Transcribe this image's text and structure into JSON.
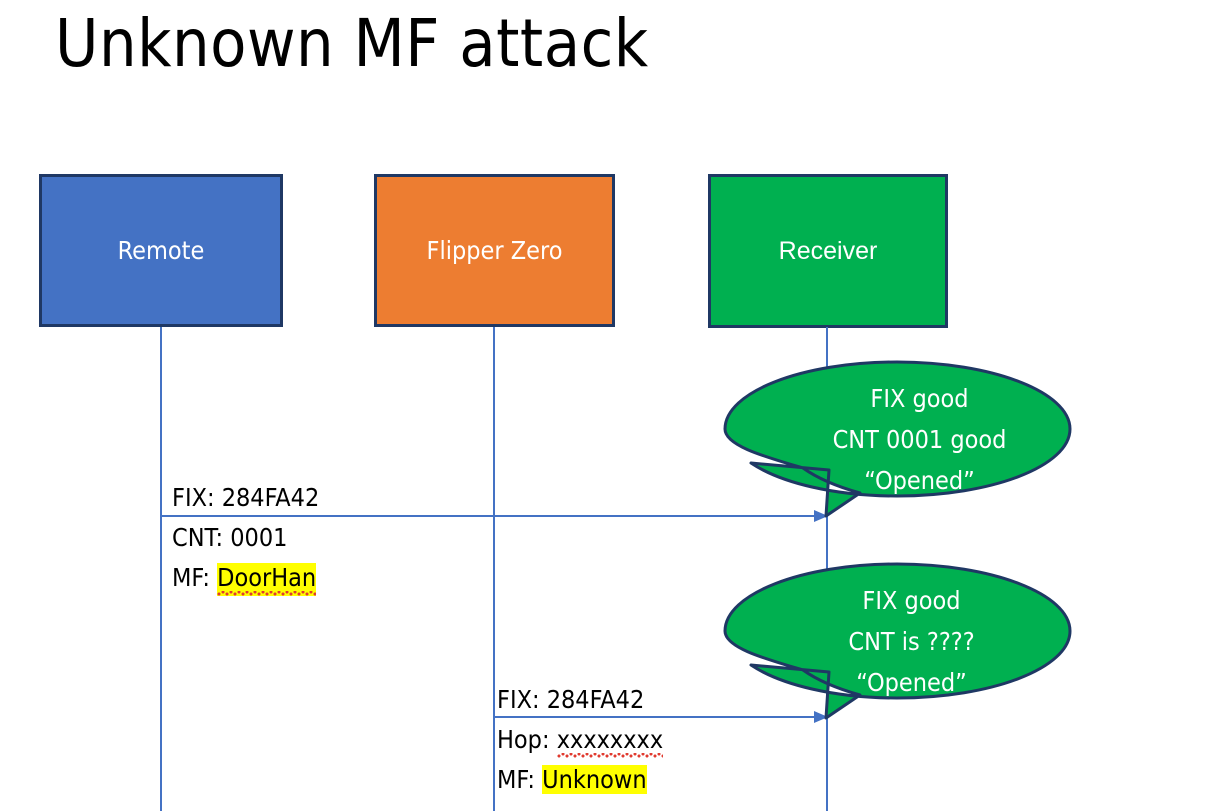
{
  "slide": {
    "title": "Unknown MF attack",
    "background": "#ffffff"
  },
  "colors": {
    "remote_fill": "#4472C4",
    "flipper_fill": "#ED7D31",
    "receiver_fill": "#00B050",
    "box_border": "#1F3864",
    "lifeline": "#4472C4",
    "arrow": "#4472C4",
    "highlight": "#FFFF00",
    "callout_fill": "#00B050",
    "callout_text": "#FFFFFF",
    "body_text": "#000000"
  },
  "actors": [
    {
      "id": "remote",
      "label": "Remote"
    },
    {
      "id": "flipper",
      "label": "Flipper Zero"
    },
    {
      "id": "receiver",
      "label": "Receiver"
    }
  ],
  "messages": [
    {
      "id": "msg-1",
      "from": "remote",
      "to": "receiver",
      "lines": [
        {
          "label": "FIX: 284FA42",
          "highlight": false
        },
        {
          "label": "CNT: 0001",
          "highlight": false
        }
      ],
      "mf_label": "MF:",
      "mf_value": "DoorHan",
      "mf_highlighted": true,
      "mf_misspelled": true
    },
    {
      "id": "msg-2",
      "from": "flipper",
      "to": "receiver",
      "lines": [
        {
          "label": "FIX: 284FA42",
          "highlight": false
        }
      ],
      "hop_label": "Hop:",
      "hop_value": "xxxxxxxx",
      "hop_misspelled": true,
      "mf_label": "MF:",
      "mf_value": "Unknown",
      "mf_highlighted": true,
      "mf_misspelled": false
    }
  ],
  "callouts": [
    {
      "id": "callout-1",
      "owner": "receiver",
      "lines": [
        "FIX good",
        "CNT 0001 good",
        "“Opened”"
      ]
    },
    {
      "id": "callout-2",
      "owner": "receiver",
      "lines": [
        "FIX good",
        "CNT is ????",
        "“Opened”"
      ]
    }
  ]
}
